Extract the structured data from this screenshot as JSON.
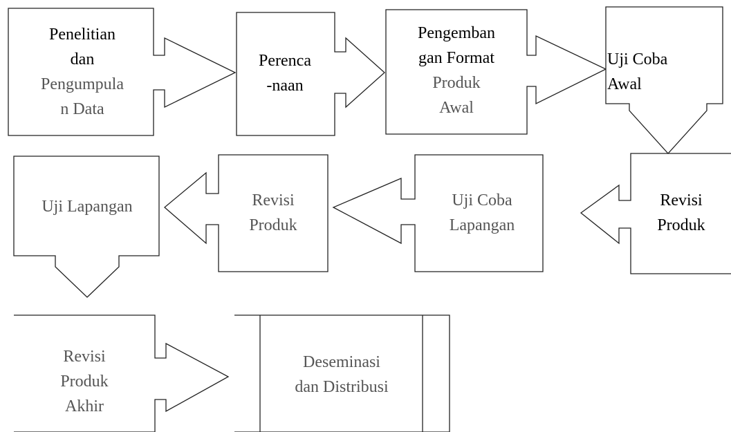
{
  "steps": {
    "s1": {
      "lines": [
        "Penelitian",
        "dan",
        "Pengumpula",
        "n Data"
      ]
    },
    "s2": {
      "lines": [
        "Perenca",
        "-naan"
      ]
    },
    "s3": {
      "lines": [
        "Pengemban",
        "gan Format",
        "Produk",
        "Awal"
      ]
    },
    "s4": {
      "lines": [
        "Uji Coba",
        "Awal"
      ]
    },
    "s5": {
      "lines": [
        "Revisi",
        "Produk"
      ]
    },
    "s6": {
      "lines": [
        "Uji Coba",
        "Lapangan"
      ]
    },
    "s7": {
      "lines": [
        "Revisi",
        "Produk"
      ]
    },
    "s8": {
      "lines": [
        "Uji Lapangan"
      ]
    },
    "s9": {
      "lines": [
        "Revisi",
        "Produk",
        "Akhir"
      ]
    },
    "s10": {
      "lines": [
        "Deseminasi",
        "dan Distribusi"
      ]
    }
  },
  "colors": {
    "line": "#222222",
    "text": "#000000",
    "muted_text": "#555555",
    "background": "#ffffff"
  }
}
